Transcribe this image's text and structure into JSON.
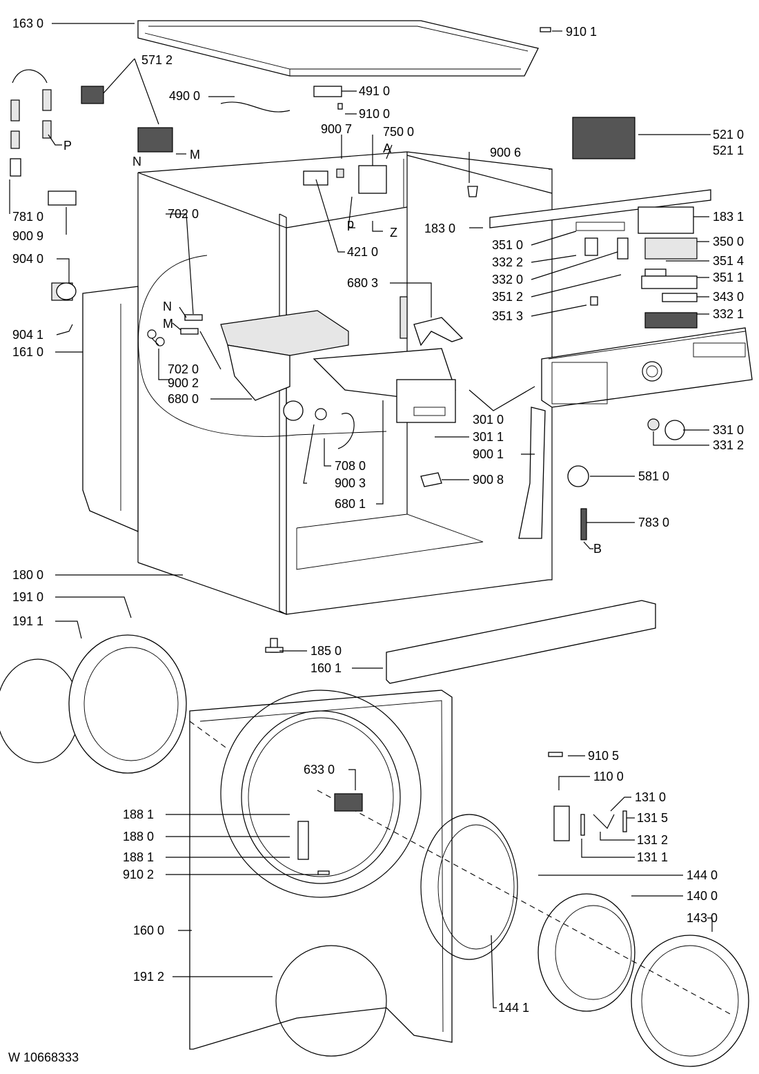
{
  "doc_id": "W 10668333",
  "callouts": [
    "163 0",
    "910 1",
    "571 2",
    "490 0",
    "491 0",
    "910 0",
    "900 7",
    "750 0",
    "A",
    "P",
    "N",
    "M",
    "900 6",
    "521 0",
    "521 1",
    "781 0",
    "900 9",
    "702 0",
    "421 0",
    "p",
    "Z",
    "183 0",
    "183 1",
    "351 0",
    "350 0",
    "332 2",
    "351 4",
    "332 0",
    "351 1",
    "351 2",
    "343 0",
    "351 3",
    "332 1",
    "904 0",
    "680 3",
    "904 1",
    "161 0",
    "N",
    "M",
    "702 0",
    "900 2",
    "680 0",
    "301 0",
    "301 1",
    "331 0",
    "331 2",
    "900 1",
    "708 0",
    "900 3",
    "680 1",
    "900 8",
    "581 0",
    "783 0",
    "B",
    "180 0",
    "191 0",
    "191 1",
    "185 0",
    "160 1",
    "910 5",
    "110 0",
    "131 0",
    "131 5",
    "131 2",
    "131 1",
    "633 0",
    "188 1",
    "188 0",
    "188 1",
    "910 2",
    "144 0",
    "140 0",
    "143 0",
    "160 0",
    "191 2",
    "144 1"
  ]
}
